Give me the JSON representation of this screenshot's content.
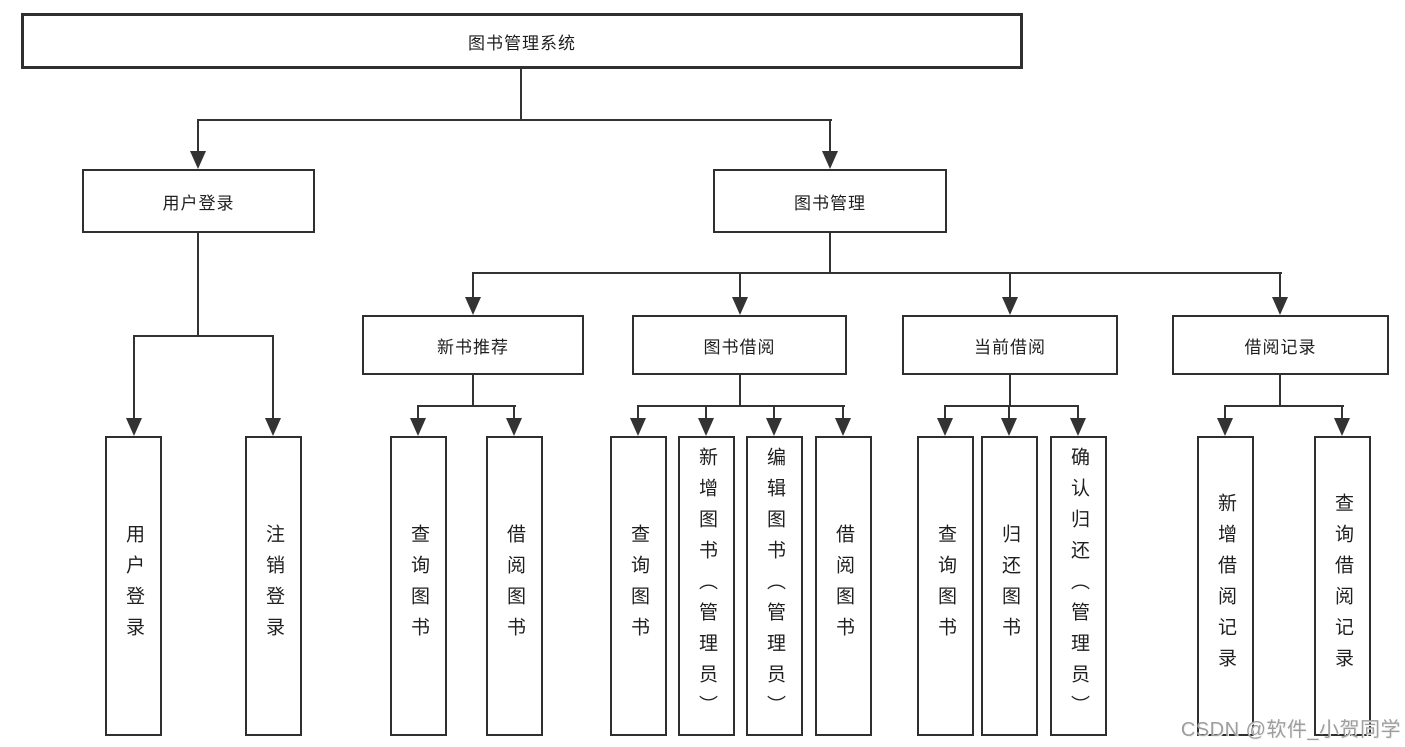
{
  "colors": {
    "line": "#333333",
    "box_border": "#2f2f2f",
    "box_fill": "#ffffff",
    "text": "#1f1f1f",
    "watermark": "#9e9e9e"
  },
  "tree": {
    "root": {
      "label": "图书管理系统"
    },
    "children": [
      {
        "label": "用户登录",
        "children": [
          {
            "label": "用户登录"
          },
          {
            "label": "注销登录"
          }
        ]
      },
      {
        "label": "图书管理",
        "children": [
          {
            "label": "新书推荐",
            "children": [
              {
                "label": "查询图书"
              },
              {
                "label": "借阅图书"
              }
            ]
          },
          {
            "label": "图书借阅",
            "children": [
              {
                "label": "查询图书"
              },
              {
                "label": "新增图书（管理员）"
              },
              {
                "label": "编辑图书（管理员）"
              },
              {
                "label": "借阅图书"
              }
            ]
          },
          {
            "label": "当前借阅",
            "children": [
              {
                "label": "查询图书"
              },
              {
                "label": "归还图书"
              },
              {
                "label": "确认归还（管理员）"
              }
            ]
          },
          {
            "label": "借阅记录",
            "children": [
              {
                "label": "新增借阅记录"
              },
              {
                "label": "查询借阅记录"
              }
            ]
          }
        ]
      }
    ]
  },
  "watermark": {
    "text": "CSDN @软件_小贺同学"
  }
}
